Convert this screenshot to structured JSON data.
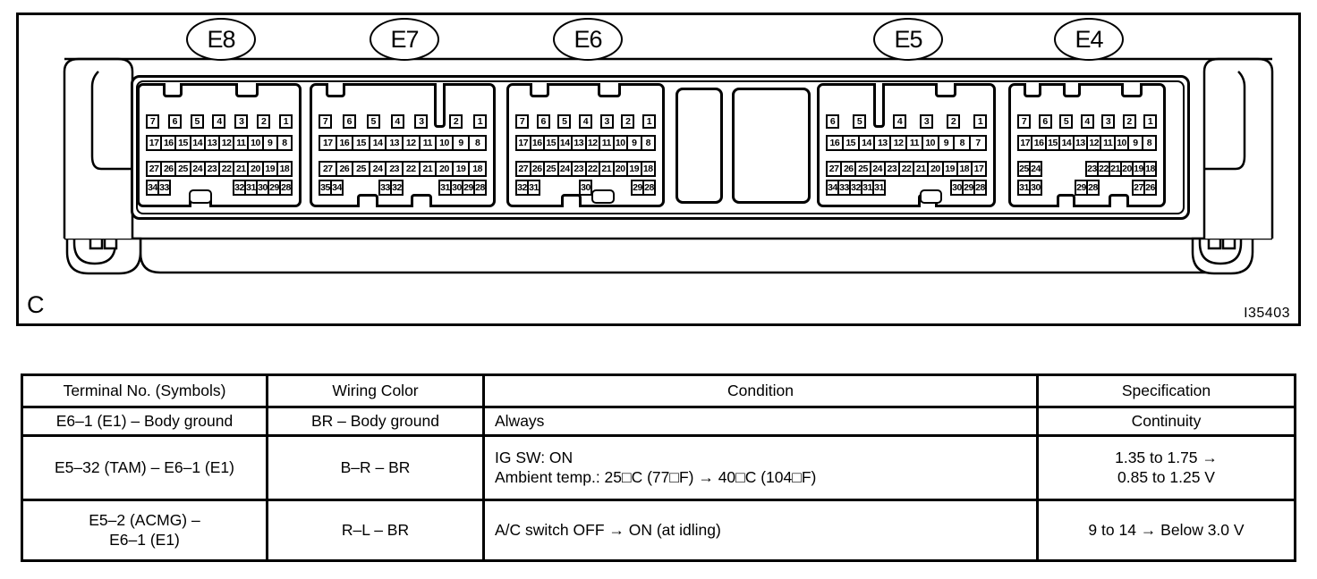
{
  "figure": {
    "section_label": "C",
    "figure_id": "I35403",
    "connectors": [
      {
        "label": "E8",
        "pin_rows": [
          [
            [
              "7"
            ],
            [
              "6"
            ],
            [
              "5"
            ],
            [
              "4"
            ],
            [
              "3"
            ],
            [
              "2"
            ],
            [
              "1"
            ]
          ],
          [
            [
              "17",
              "16",
              "15",
              "14",
              "13",
              "12",
              "11",
              "10",
              "9",
              "8"
            ]
          ],
          [
            [
              "27",
              "26",
              "25",
              "24",
              "23",
              "22",
              "21",
              "20",
              "19",
              "18"
            ]
          ],
          [
            [
              "34",
              "33"
            ],
            [
              "32",
              "31",
              "30",
              "29",
              "28"
            ]
          ]
        ]
      },
      {
        "label": "E7",
        "pin_rows": [
          [
            [
              "7"
            ],
            [
              "6"
            ],
            [
              "5"
            ],
            [
              "4"
            ],
            [
              "3"
            ],
            [],
            [
              "2"
            ],
            [
              "1"
            ]
          ],
          [
            [
              "17",
              "16",
              "15",
              "14",
              "13",
              "12",
              "11",
              "10",
              "9",
              "8"
            ]
          ],
          [
            [
              "27",
              "26",
              "25",
              "24",
              "23",
              "22",
              "21",
              "20",
              "19",
              "18"
            ]
          ],
          [
            [
              "35",
              "34"
            ],
            [
              "33",
              "32"
            ],
            [
              "31",
              "30",
              "29",
              "28"
            ]
          ]
        ]
      },
      {
        "label": "E6",
        "pin_rows": [
          [
            [
              "7"
            ],
            [
              "6"
            ],
            [
              "5"
            ],
            [
              "4"
            ],
            [
              "3"
            ],
            [
              "2"
            ],
            [
              "1"
            ]
          ],
          [
            [
              "17",
              "16",
              "15",
              "14",
              "13",
              "12",
              "11",
              "10",
              "9",
              "8"
            ]
          ],
          [
            [
              "27",
              "26",
              "25",
              "24",
              "23",
              "22",
              "21",
              "20",
              "19",
              "18"
            ]
          ],
          [
            [
              "32",
              "31"
            ],
            [
              "30"
            ],
            [
              "29",
              "28"
            ]
          ]
        ]
      },
      {
        "label": "E5",
        "pin_rows": [
          [
            [
              "6"
            ],
            [
              "5"
            ],
            [],
            [
              "4"
            ],
            [
              "3"
            ],
            [
              "2"
            ],
            [
              "1"
            ]
          ],
          [
            [
              "16",
              "15",
              "14",
              "13",
              "12",
              "11",
              "10",
              "9",
              "8",
              "7"
            ]
          ],
          [
            [
              "27",
              "26",
              "25",
              "24",
              "23",
              "22",
              "21",
              "20",
              "19",
              "18",
              "17"
            ]
          ],
          [
            [
              "34",
              "33",
              "32",
              "31",
              "31"
            ],
            [
              "30",
              "29",
              "28"
            ]
          ]
        ]
      },
      {
        "label": "E4",
        "pin_rows": [
          [
            [
              "7"
            ],
            [
              "6"
            ],
            [
              "5"
            ],
            [
              "4"
            ],
            [
              "3"
            ],
            [
              "2"
            ],
            [
              "1"
            ]
          ],
          [
            [
              "17",
              "16",
              "15",
              "14",
              "13",
              "12",
              "11",
              "10",
              "9",
              "8"
            ]
          ],
          [
            [
              "25",
              "24"
            ],
            [
              "23",
              "22",
              "21",
              "20",
              "19",
              "18"
            ]
          ],
          [
            [
              "31",
              "30"
            ],
            [
              "29",
              "28"
            ],
            [
              "27",
              "26"
            ]
          ]
        ]
      }
    ]
  },
  "table": {
    "headers": [
      "Terminal No. (Symbols)",
      "Wiring Color",
      "Condition",
      "Specification"
    ],
    "rows": [
      {
        "terminal": [
          "E6–1 (E1) – Body ground"
        ],
        "wiring_color": [
          "BR – Body ground"
        ],
        "condition": [
          "Always"
        ],
        "specification": [
          "Continuity"
        ]
      },
      {
        "terminal": [
          "E5–32 (TAM) – E6–1 (E1)"
        ],
        "wiring_color": [
          "B–R – BR"
        ],
        "condition": [
          "IG SW: ON",
          "Ambient temp.: 25□C (77□F) → 40□C (104□F)"
        ],
        "specification": [
          "1.35 to 1.75 →",
          "0.85 to 1.25 V"
        ]
      },
      {
        "terminal": [
          "E5–2 (ACMG) –",
          "E6–1 (E1)"
        ],
        "wiring_color": [
          "R–L – BR"
        ],
        "condition": [
          "A/C switch OFF → ON (at idling)"
        ],
        "specification": [
          "9 to 14 → Below 3.0 V"
        ]
      }
    ]
  }
}
